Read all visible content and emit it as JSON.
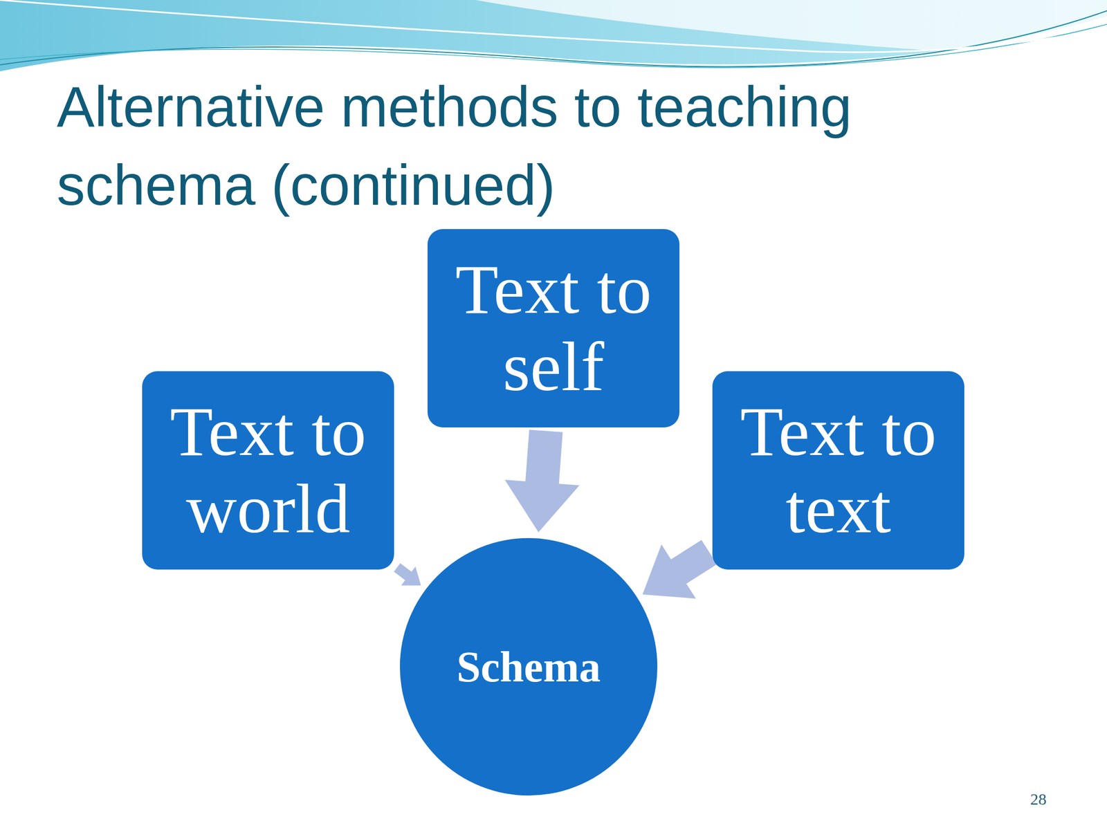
{
  "diagram": {
    "title": "Alternative methods to teaching schema (continued)",
    "nodes": [
      {
        "text": [
          "Text to self"
        ]
      },
      {
        "text": [
          "Text to world"
        ]
      },
      {
        "text": [
          "Text to text"
        ]
      },
      {
        "text": [
          "Schema"
        ]
      }
    ],
    "edges": [
      {
        "from": 0,
        "to": 3,
        "arrow": "to"
      },
      {
        "from": 1,
        "to": 3,
        "arrow": "to"
      },
      {
        "from": 2,
        "to": 3,
        "arrow": "to"
      }
    ],
    "labels": [
      "28"
    ]
  }
}
